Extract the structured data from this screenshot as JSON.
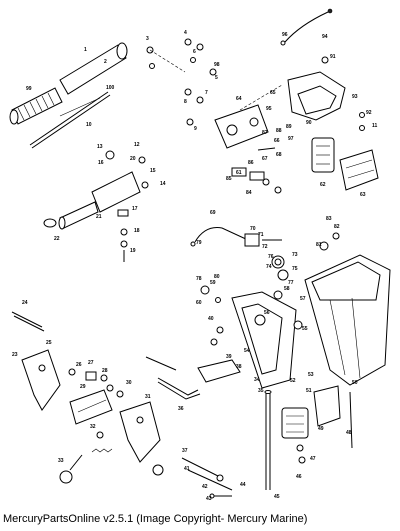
{
  "caption": "MercuryPartsOnline v2.5.1 (Image Copyright- Mercury Marine)",
  "callouts": [
    "1",
    "2",
    "3",
    "4",
    "5",
    "6",
    "7",
    "8",
    "9",
    "10",
    "11",
    "12",
    "13",
    "14",
    "15",
    "16",
    "17",
    "18",
    "19",
    "20",
    "21",
    "22",
    "23",
    "24",
    "25",
    "26",
    "27",
    "28",
    "29",
    "30",
    "31",
    "32",
    "33",
    "34",
    "35",
    "36",
    "37",
    "38",
    "39",
    "40",
    "41",
    "42",
    "43",
    "44",
    "45",
    "46",
    "47",
    "48",
    "49",
    "50",
    "51",
    "52",
    "53",
    "54",
    "55",
    "56",
    "57",
    "58",
    "59",
    "60",
    "61",
    "62",
    "63",
    "64",
    "65",
    "66",
    "67",
    "68",
    "69",
    "70",
    "71",
    "72",
    "73",
    "74",
    "75",
    "76",
    "77",
    "78",
    "79",
    "80",
    "81",
    "82",
    "83",
    "84",
    "85",
    "86",
    "87",
    "88",
    "89",
    "90",
    "91",
    "92",
    "93",
    "94",
    "95",
    "96",
    "97",
    "98",
    "99",
    "100"
  ]
}
